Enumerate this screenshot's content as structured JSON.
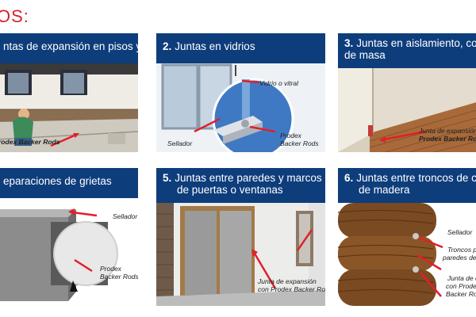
{
  "page": {
    "heading": "OS:"
  },
  "panels": [
    {
      "number": "",
      "title": "ntas de expansión en pisos y aceras",
      "labels": [
        "rodex Backer Rods"
      ]
    },
    {
      "number": "2.",
      "title": "Juntas en vidrios",
      "labels": [
        "Vidrio o vitral",
        "Sellador",
        "Prodex",
        "Backer Rods"
      ]
    },
    {
      "number": "3.",
      "title_line1": "Juntas en aislamiento, como aisl",
      "title_line2": "de masa",
      "labels": [
        "Junta de expansión",
        "Prodex Backer Rods"
      ]
    },
    {
      "number": "",
      "title": "eparaciones de grietas",
      "labels": [
        "Sellador",
        "Prodex",
        "Backer Rods"
      ]
    },
    {
      "number": "5.",
      "title_line1": "Juntas entre paredes y marcos",
      "title_line2": "de puertas o ventanas",
      "labels": [
        "Junta de expansión",
        "con Prodex Backer Rods"
      ]
    },
    {
      "number": "6.",
      "title_line1": "Juntas entre troncos de cabañas",
      "title_line2": "de madera",
      "labels": [
        "Sellador",
        "Troncos para",
        "paredes de ca",
        "Junta de ex",
        "con Prodex",
        "Backer Rods"
      ]
    }
  ],
  "colors": {
    "header_bar": "#0e3d7c",
    "heading_red": "#d6202a",
    "arrow_red": "#e0202a"
  }
}
